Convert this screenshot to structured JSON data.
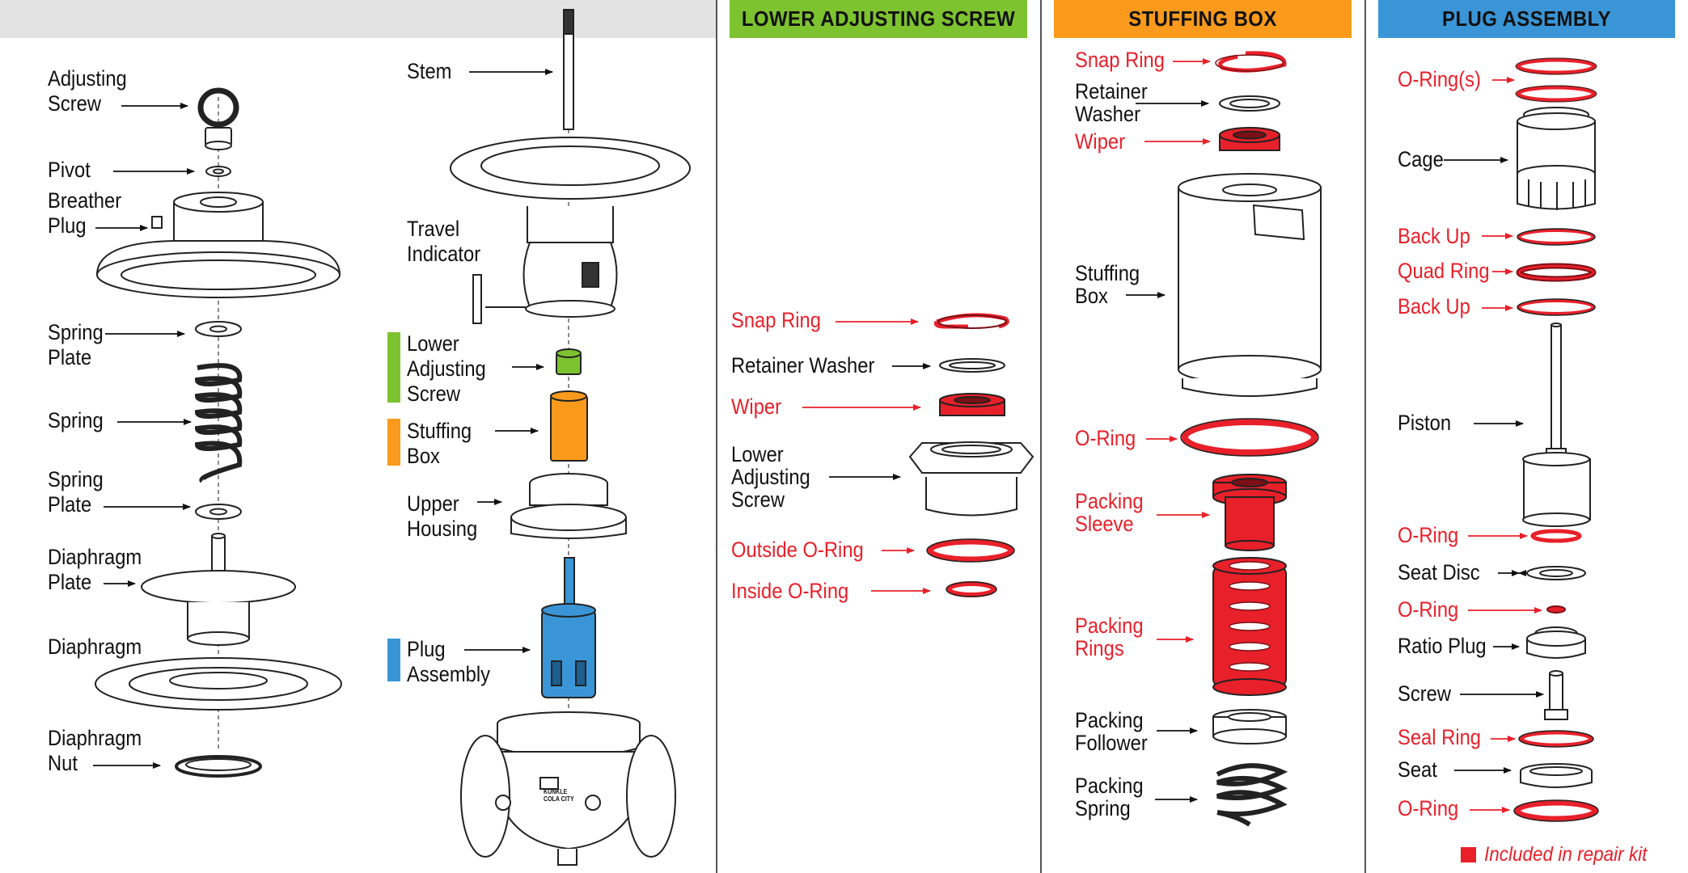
{
  "headers": {
    "lower_adjusting_screw": "LOWER ADJUSTING SCREW",
    "stuffing_box": "STUFFING BOX",
    "plug_assembly": "PLUG ASSEMBLY"
  },
  "colors": {
    "green": "#7dc22f",
    "orange": "#f99a1c",
    "blue": "#3a95d6",
    "red": "#e8202a"
  },
  "col1": {
    "adjusting_screw": "Adjusting\nScrew",
    "pivot": "Pivot",
    "breather_plug": "Breather\nPlug",
    "spring_plate_top": "Spring\nPlate",
    "spring": "Spring",
    "spring_plate_bottom": "Spring\nPlate",
    "diaphragm_plate": "Diaphragm\nPlate",
    "diaphragm": "Diaphragm",
    "diaphragm_nut": "Diaphragm\nNut"
  },
  "col2": {
    "stem": "Stem",
    "travel_indicator": "Travel\nIndicator",
    "lower_adjusting_screw": "Lower\nAdjusting\nScrew",
    "stuffing_box": "Stuffing\nBox",
    "upper_housing": "Upper\nHousing",
    "plug_assembly": "Plug\nAssembly",
    "body_marking": "KUNKLE\nCOLA CITY"
  },
  "lower_adjusting_screw_parts": {
    "snap_ring": "Snap Ring",
    "retainer_washer": "Retainer Washer",
    "wiper": "Wiper",
    "lower_adjusting_screw": "Lower\nAdjusting\nScrew",
    "outside_o_ring": "Outside O-Ring",
    "inside_o_ring": "Inside O-Ring"
  },
  "stuffing_box_parts": {
    "snap_ring": "Snap Ring",
    "retainer_washer": "Retainer\nWasher",
    "wiper": "Wiper",
    "stuffing_box": "Stuffing\nBox",
    "o_ring": "O-Ring",
    "packing_sleeve": "Packing\nSleeve",
    "packing_rings": "Packing\nRings",
    "packing_follower": "Packing\nFollower",
    "packing_spring": "Packing\nSpring"
  },
  "plug_assembly_parts": {
    "o_rings": "O-Ring(s)",
    "cage": "Cage",
    "back_up_top": "Back Up",
    "quad_ring": "Quad Ring",
    "back_up_bottom": "Back Up",
    "piston": "Piston",
    "o_ring_1": "O-Ring",
    "seat_disc": "Seat Disc",
    "o_ring_2": "O-Ring",
    "ratio_plug": "Ratio Plug",
    "screw": "Screw",
    "seal_ring": "Seal Ring",
    "seat": "Seat",
    "o_ring_3": "O-Ring"
  },
  "legend": {
    "text": "Included in repair kit"
  }
}
